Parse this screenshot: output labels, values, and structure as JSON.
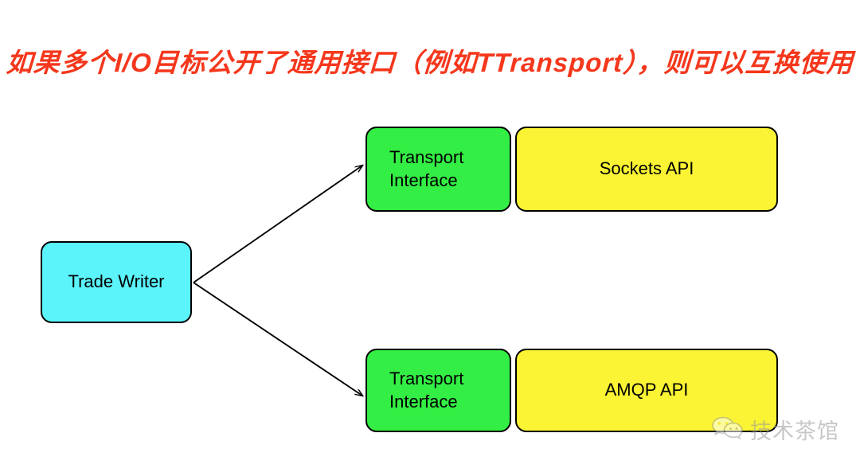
{
  "title": {
    "text": "如果多个I/O目标公开了通用接口（例如TTransport），则可以互换使用",
    "color": "#F5371C"
  },
  "diagram": {
    "type": "block-diagram",
    "source_node": {
      "id": "trade-writer",
      "label": "Trade Writer",
      "color": "#5BF4FB"
    },
    "rows": [
      {
        "interface": {
          "label": "Transport\nInterface",
          "color": "#33EE44"
        },
        "api": {
          "label": "Sockets API",
          "color": "#FAF434"
        }
      },
      {
        "interface": {
          "label": "Transport\nInterface",
          "color": "#33EE44"
        },
        "api": {
          "label": "AMQP API",
          "color": "#FAF434"
        }
      }
    ],
    "connectors": [
      {
        "from": "trade-writer",
        "to": "transport-top",
        "style": "arrow"
      },
      {
        "from": "trade-writer",
        "to": "transport-bottom",
        "style": "arrow"
      }
    ],
    "stroke_color": "#000000"
  },
  "watermark": {
    "icon": "wechat-logo-icon",
    "text": "技术茶馆"
  }
}
